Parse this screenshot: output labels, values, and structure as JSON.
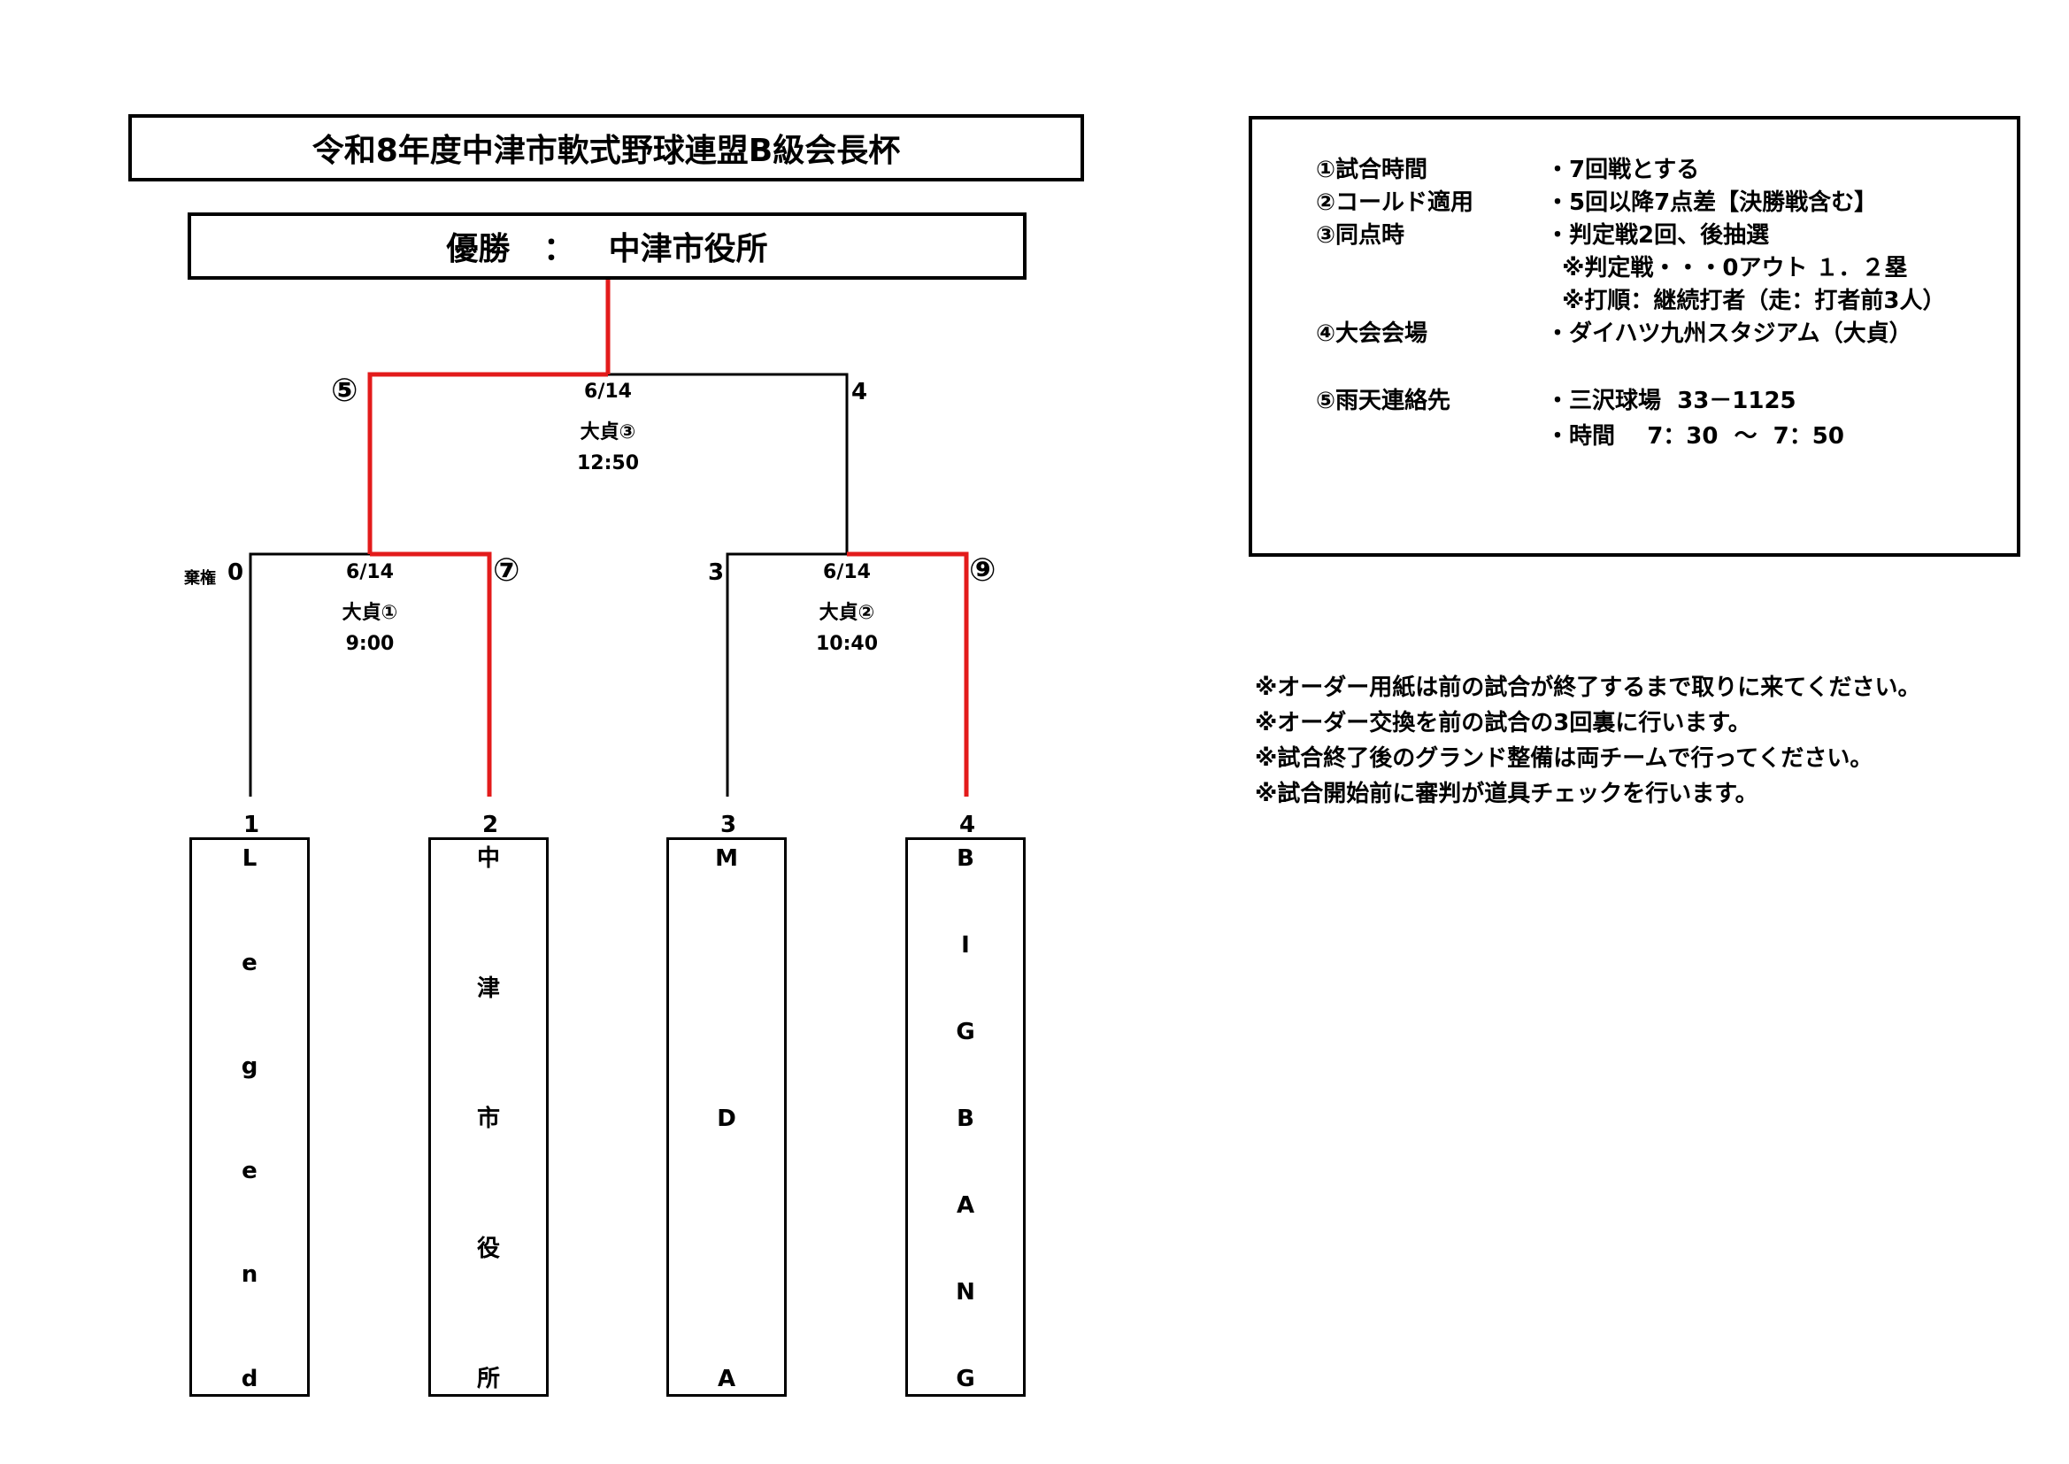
{
  "title": "令和8年度中津市軟式野球連盟B級会長杯",
  "champion": {
    "label": "優勝",
    "separator": "：",
    "team": "中津市役所"
  },
  "bracket": {
    "final": {
      "number": "⑤",
      "date": "6/14",
      "venue": "大貞③",
      "time": "12:50",
      "left_score": "",
      "right_score": "4"
    },
    "semi1": {
      "number": "⑦",
      "date": "6/14",
      "venue": "大貞①",
      "time": "9:00",
      "left_note": "棄権",
      "left_score": "0",
      "right_score": ""
    },
    "semi2": {
      "number": "⑨",
      "date": "6/14",
      "venue": "大貞②",
      "time": "10:40",
      "left_score": "3",
      "right_score": ""
    }
  },
  "teams": [
    {
      "seed": "1",
      "chars": [
        "L",
        "e",
        "g",
        "e",
        "n",
        "d"
      ]
    },
    {
      "seed": "2",
      "chars": [
        "中",
        "津",
        "市",
        "役",
        "所"
      ]
    },
    {
      "seed": "3",
      "chars": [
        "M",
        "D",
        "A"
      ]
    },
    {
      "seed": "4",
      "chars": [
        "B",
        "I",
        "G",
        "B",
        "A",
        "N",
        "G"
      ]
    }
  ],
  "rules": [
    {
      "label": "①試合時間",
      "value": "・7回戦とする"
    },
    {
      "label": "②コールド適用",
      "value": "・5回以降7点差【決勝戦含む】"
    },
    {
      "label": "③同点時",
      "value": "・判定戦2回、後抽選"
    },
    {
      "label": "",
      "value": "  ※判定戦・・・0アウト １．２塁"
    },
    {
      "label": "",
      "value": "  ※打順：継続打者（走：打者前3人）"
    },
    {
      "label": "④大会会場",
      "value": "・ダイハツ九州スタジアム（大貞）"
    },
    {
      "label": "⑤雨天連絡先",
      "value": "・三沢球場  33－1125"
    },
    {
      "label": "",
      "value": "・時間    7：30  ～  7：50"
    }
  ],
  "notes": [
    "※オーダー用紙は前の試合が終了するまで取りに来てください。",
    "※オーダー交換を前の試合の3回裏に行います。",
    "※試合終了後のグランド整備は両チームで行ってください。",
    "※試合開始前に審判が道具チェックを行います。"
  ],
  "colors": {
    "winner_line": "#e31b1b",
    "line": "#000000"
  }
}
